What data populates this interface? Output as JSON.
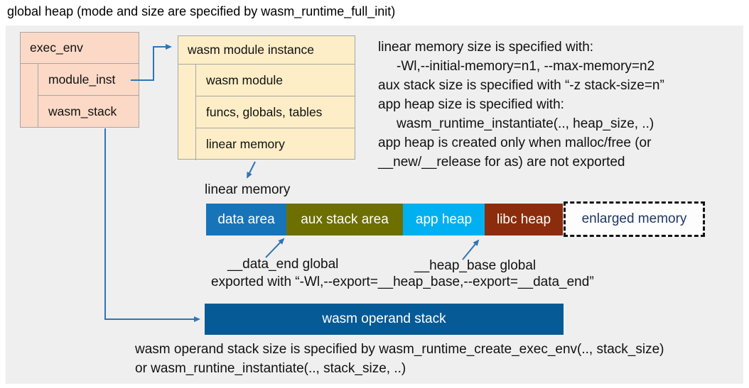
{
  "title": "global heap (mode and size are specified by wasm_runtime_full_init)",
  "exec_env": {
    "header": "exec_env",
    "rows": [
      "module_inst",
      "wasm_stack"
    ]
  },
  "module_instance": {
    "header": "wasm module instance",
    "rows": [
      "wasm module",
      "funcs, globals, tables",
      "linear memory"
    ]
  },
  "notes_right": {
    "lines": [
      "linear memory size is specified with:",
      "-Wl,--initial-memory=n1, --max-memory=n2",
      "aux stack size is specified with “-z stack-size=n”",
      "app heap size is specified with:",
      "wasm_runtime_instantiate(.., heap_size, ..)",
      "app heap is created only when malloc/free (or",
      "__new/__release for as) are not exported"
    ]
  },
  "linear_memory": {
    "label": "linear memory",
    "segments": [
      {
        "label": "data area",
        "color": "#1874b8"
      },
      {
        "label": "aux stack area",
        "color": "#6d6f00"
      },
      {
        "label": "app heap",
        "color": "#00b0f0"
      },
      {
        "label": "libc heap",
        "color": "#8b2d0c"
      },
      {
        "label": "enlarged memory",
        "color": "#fdfdfd",
        "text_color": "#1f3864",
        "border": "dashed"
      }
    ]
  },
  "globals": {
    "data_end": "__data_end global",
    "heap_base": "__heap_base global",
    "exported": "exported with “-Wl,--export=__heap_base,--export=__data_end”"
  },
  "operand_stack": {
    "label": "wasm operand stack",
    "notes": [
      "wasm operand stack size is specified by wasm_runtime_create_exec_env(.., stack_size)",
      "or wasm_runtine_instantiate(.., stack_size, ..)"
    ]
  },
  "colors": {
    "panel_bg": "#efefef",
    "exec_env_fill": "#fbd9c6",
    "module_instance_fill": "#fdeec7",
    "box_border": "#a6a6a6",
    "arrow_blue": "#2e75b6",
    "operand_stack_fill": "#065a96",
    "enlarged_memory_text": "#1f3864"
  }
}
